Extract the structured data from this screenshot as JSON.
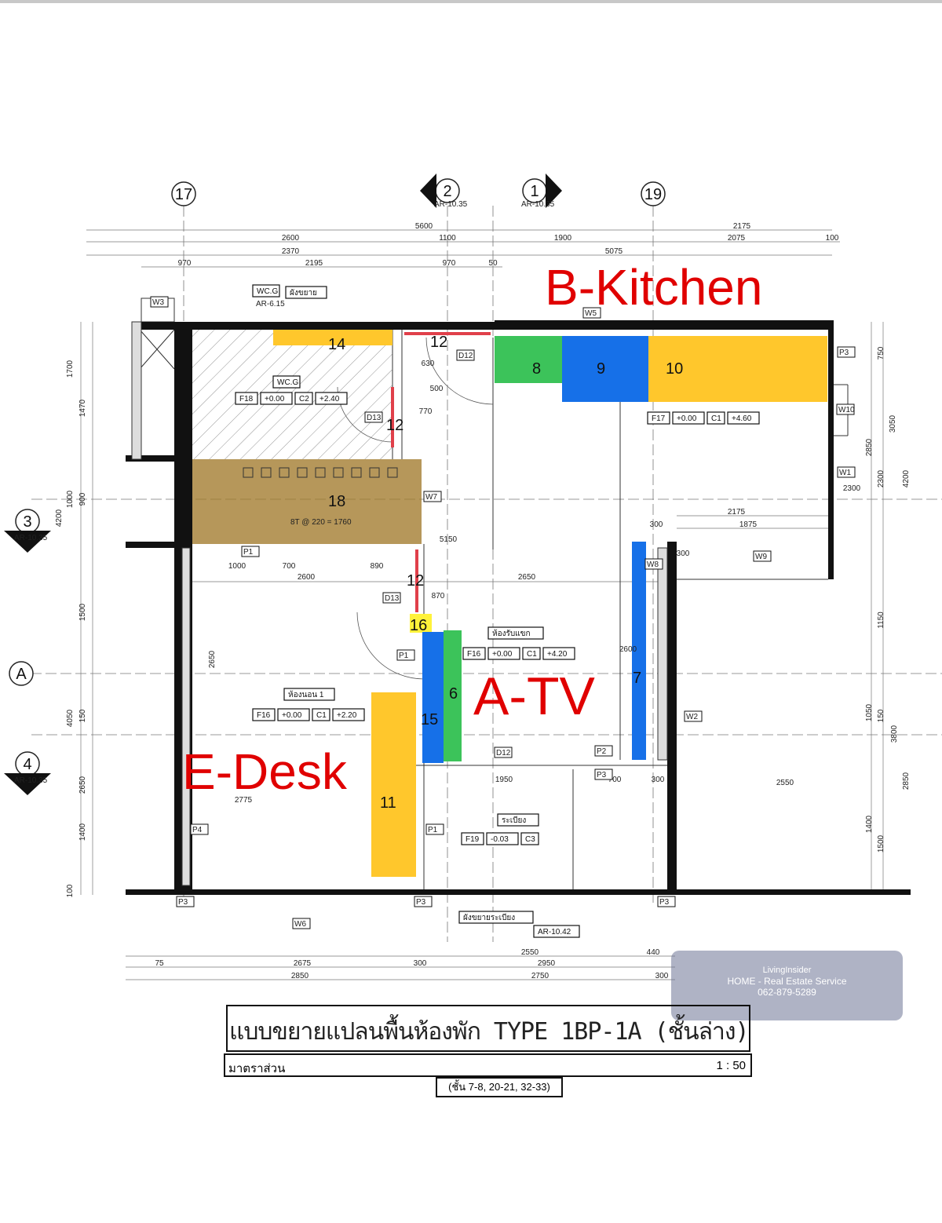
{
  "overlay_labels": {
    "kitchen": "B-Kitchen",
    "tv": "A-TV",
    "desk": "E-Desk"
  },
  "colors": {
    "red": "#e00000",
    "yellow": "#ffc72c",
    "green": "#3cc35a",
    "blue": "#1670e8",
    "brown": "#a27a2c",
    "wall": "#111111"
  },
  "grid_bubbles": [
    "17",
    "2",
    "1",
    "19",
    "A",
    "3",
    "4"
  ],
  "section_refs": [
    "AR-10.35",
    "AR-10.35",
    "AR-10.35",
    "AR-10.35"
  ],
  "blocks": [
    "14",
    "12",
    "12",
    "12",
    "8",
    "9",
    "10",
    "18",
    "16",
    "15",
    "6",
    "7",
    "11"
  ],
  "dimensions_top": [
    "5600",
    "2175",
    "2600",
    "1100",
    "1900",
    "2075",
    "100",
    "2370",
    "5075",
    "970",
    "2195",
    "970",
    "50"
  ],
  "dimensions_inner": [
    "2650",
    "2600",
    "1000",
    "700",
    "890",
    "1950",
    "2775",
    "2175",
    "1875",
    "300",
    "300",
    "700",
    "300",
    "2550",
    "2300",
    "5150",
    "870",
    "2600",
    "630",
    "770",
    "500"
  ],
  "dimensions_bottom": [
    "2550",
    "440",
    "75",
    "2675",
    "2950",
    "300",
    "2850",
    "2750",
    "300"
  ],
  "dimensions_left": [
    "1700",
    "1470",
    "4200",
    "1000",
    "900",
    "1500",
    "2650",
    "4050",
    "150",
    "2650",
    "1400",
    "100"
  ],
  "dimensions_right": [
    "750",
    "3050",
    "2850",
    "2300",
    "4200",
    "1150",
    "1050",
    "3800",
    "150",
    "2850",
    "1400",
    "1500"
  ],
  "room_tags": {
    "wc_ref": [
      "WC.G",
      "AR-6.15",
      "ผังขยาย"
    ],
    "wc": [
      "WC.G",
      "F18",
      "+0.00",
      "C2",
      "+2.40"
    ],
    "kitchen": [
      "F17",
      "+0.00",
      "C1",
      "+4.60"
    ],
    "living": [
      "ห้องรับแขก",
      "F16",
      "+0.00",
      "C1",
      "+4.20"
    ],
    "bedroom": [
      "ห้องนอน 1",
      "F16",
      "+0.00",
      "C1",
      "+2.20"
    ],
    "balcony": [
      "ระเบียง",
      "F19",
      "-0.03",
      "C3"
    ],
    "balcony_ref": [
      "ผังขยายระเบียง",
      "AR-10.42"
    ]
  },
  "door_tags": [
    "D12",
    "D13",
    "D13",
    "D12",
    "P1",
    "P2",
    "P3",
    "P1",
    "P1",
    "P4",
    "P3",
    "P3",
    "P3",
    "P3",
    "W1",
    "W2",
    "W3",
    "W5",
    "W6",
    "W7",
    "W8",
    "W9",
    "W10"
  ],
  "stair_note": "8T @ 220 = 1760",
  "watermark": {
    "brand": "LivingInsider",
    "line1": "HOME - Real Estate Service",
    "line2": "062-879-5289"
  },
  "title_block": {
    "title": "แบบขยายแปลนพื้นห้องพัก TYPE 1BP-1A (ชั้นล่าง)",
    "scale_label": "มาตราส่วน",
    "scale": "1 : 50",
    "floors": "(ชั้น 7-8, 20-21, 32-33)"
  }
}
